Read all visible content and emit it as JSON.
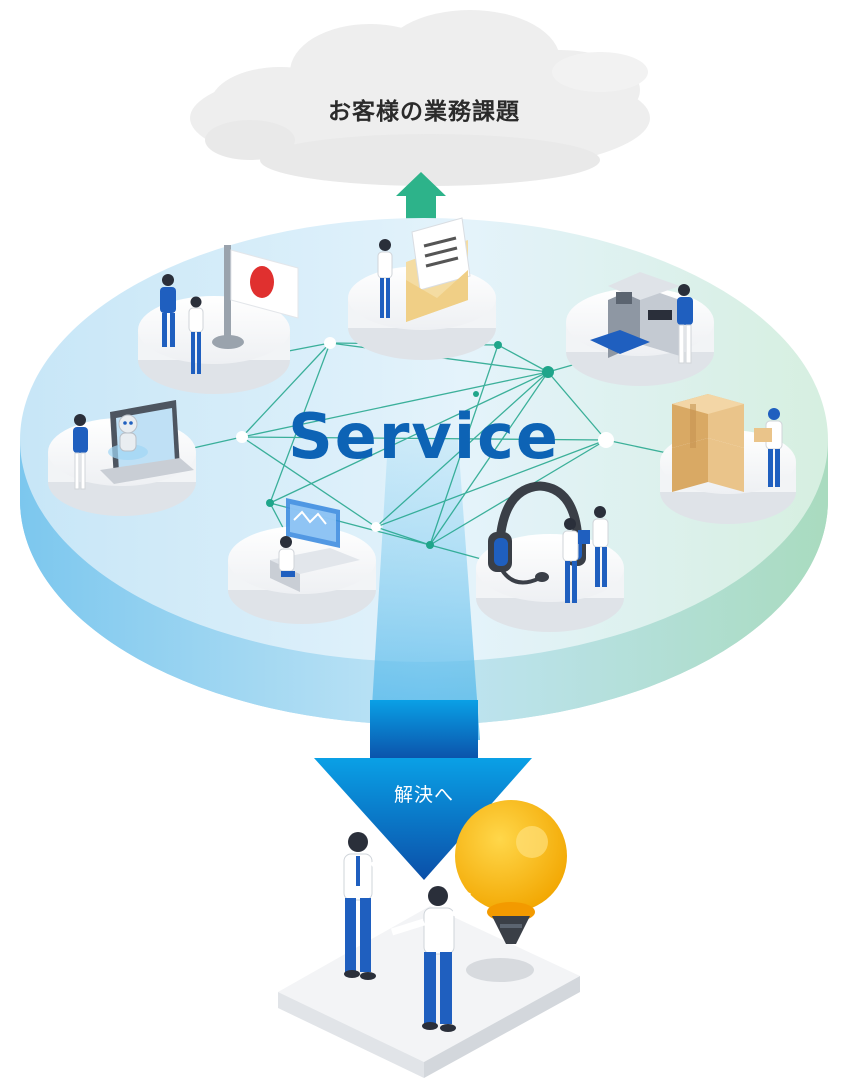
{
  "cloud": {
    "label": "お客様の業務課題"
  },
  "platform": {
    "label": "Service"
  },
  "arrow": {
    "label": "解決へ"
  },
  "colors": {
    "service_text": "#0d63b5",
    "arrow_top": "#0aa0e6",
    "arrow_bottom": "#0b4fa8",
    "platform_left": "#bfe3f6",
    "platform_right": "#cdeadb",
    "network_line": "#1fa58a",
    "upload_arrow": "#2db38a",
    "bulb": "#f7b500",
    "shirt_blue": "#1f5fbf"
  },
  "stations": [
    {
      "name": "station-flag",
      "icon": "japan-flag-icon"
    },
    {
      "name": "station-mail",
      "icon": "envelope-icon"
    },
    {
      "name": "station-printing",
      "icon": "printing-machine-icon"
    },
    {
      "name": "station-ai",
      "icon": "robot-icon"
    },
    {
      "name": "station-logistics",
      "icon": "cardboard-boxes-icon"
    },
    {
      "name": "station-web",
      "icon": "computer-monitor-icon"
    },
    {
      "name": "station-support",
      "icon": "headset-icon"
    }
  ]
}
